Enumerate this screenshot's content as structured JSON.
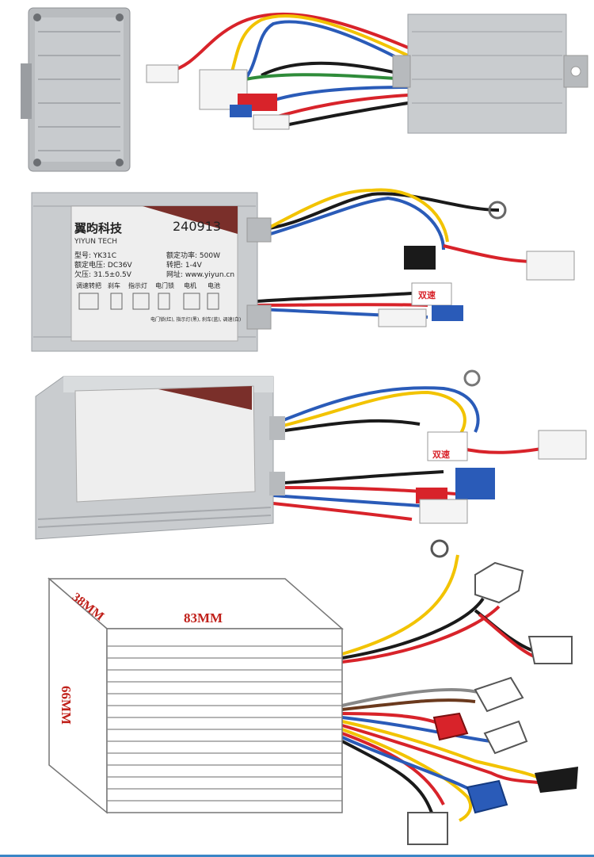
{
  "controller_label": {
    "brand_cn": "翼昀科技",
    "brand_en": "YIYUN TECH",
    "stamp_code": "240913",
    "model": "型号: YK31C",
    "rated_voltage": "额定电压: DC36V",
    "undervoltage": "欠压: 31.5±0.5V",
    "rated_power": "额定功率: 500W",
    "throttle": "转把: 1-4V",
    "website": "网址: www.yiyun.cn",
    "sections": [
      "调速转把",
      "刹车",
      "指示灯",
      "电门锁",
      "电机",
      "电池"
    ],
    "footer_note": "电门锁(红), 指示灯(黑), 刹车(蓝), 调速(白)"
  },
  "tag_text": "双速",
  "dimensions": {
    "depth": "38MM",
    "length": "83MM",
    "height": "66MM"
  },
  "colors": {
    "housing": "#c9cccf",
    "wire_red": "#d8232a",
    "wire_yellow": "#f2c300",
    "wire_blue": "#2a5bb8",
    "wire_black": "#1a1a1a",
    "dim_text": "#c0201a",
    "accent_line": "#3a86c6"
  }
}
